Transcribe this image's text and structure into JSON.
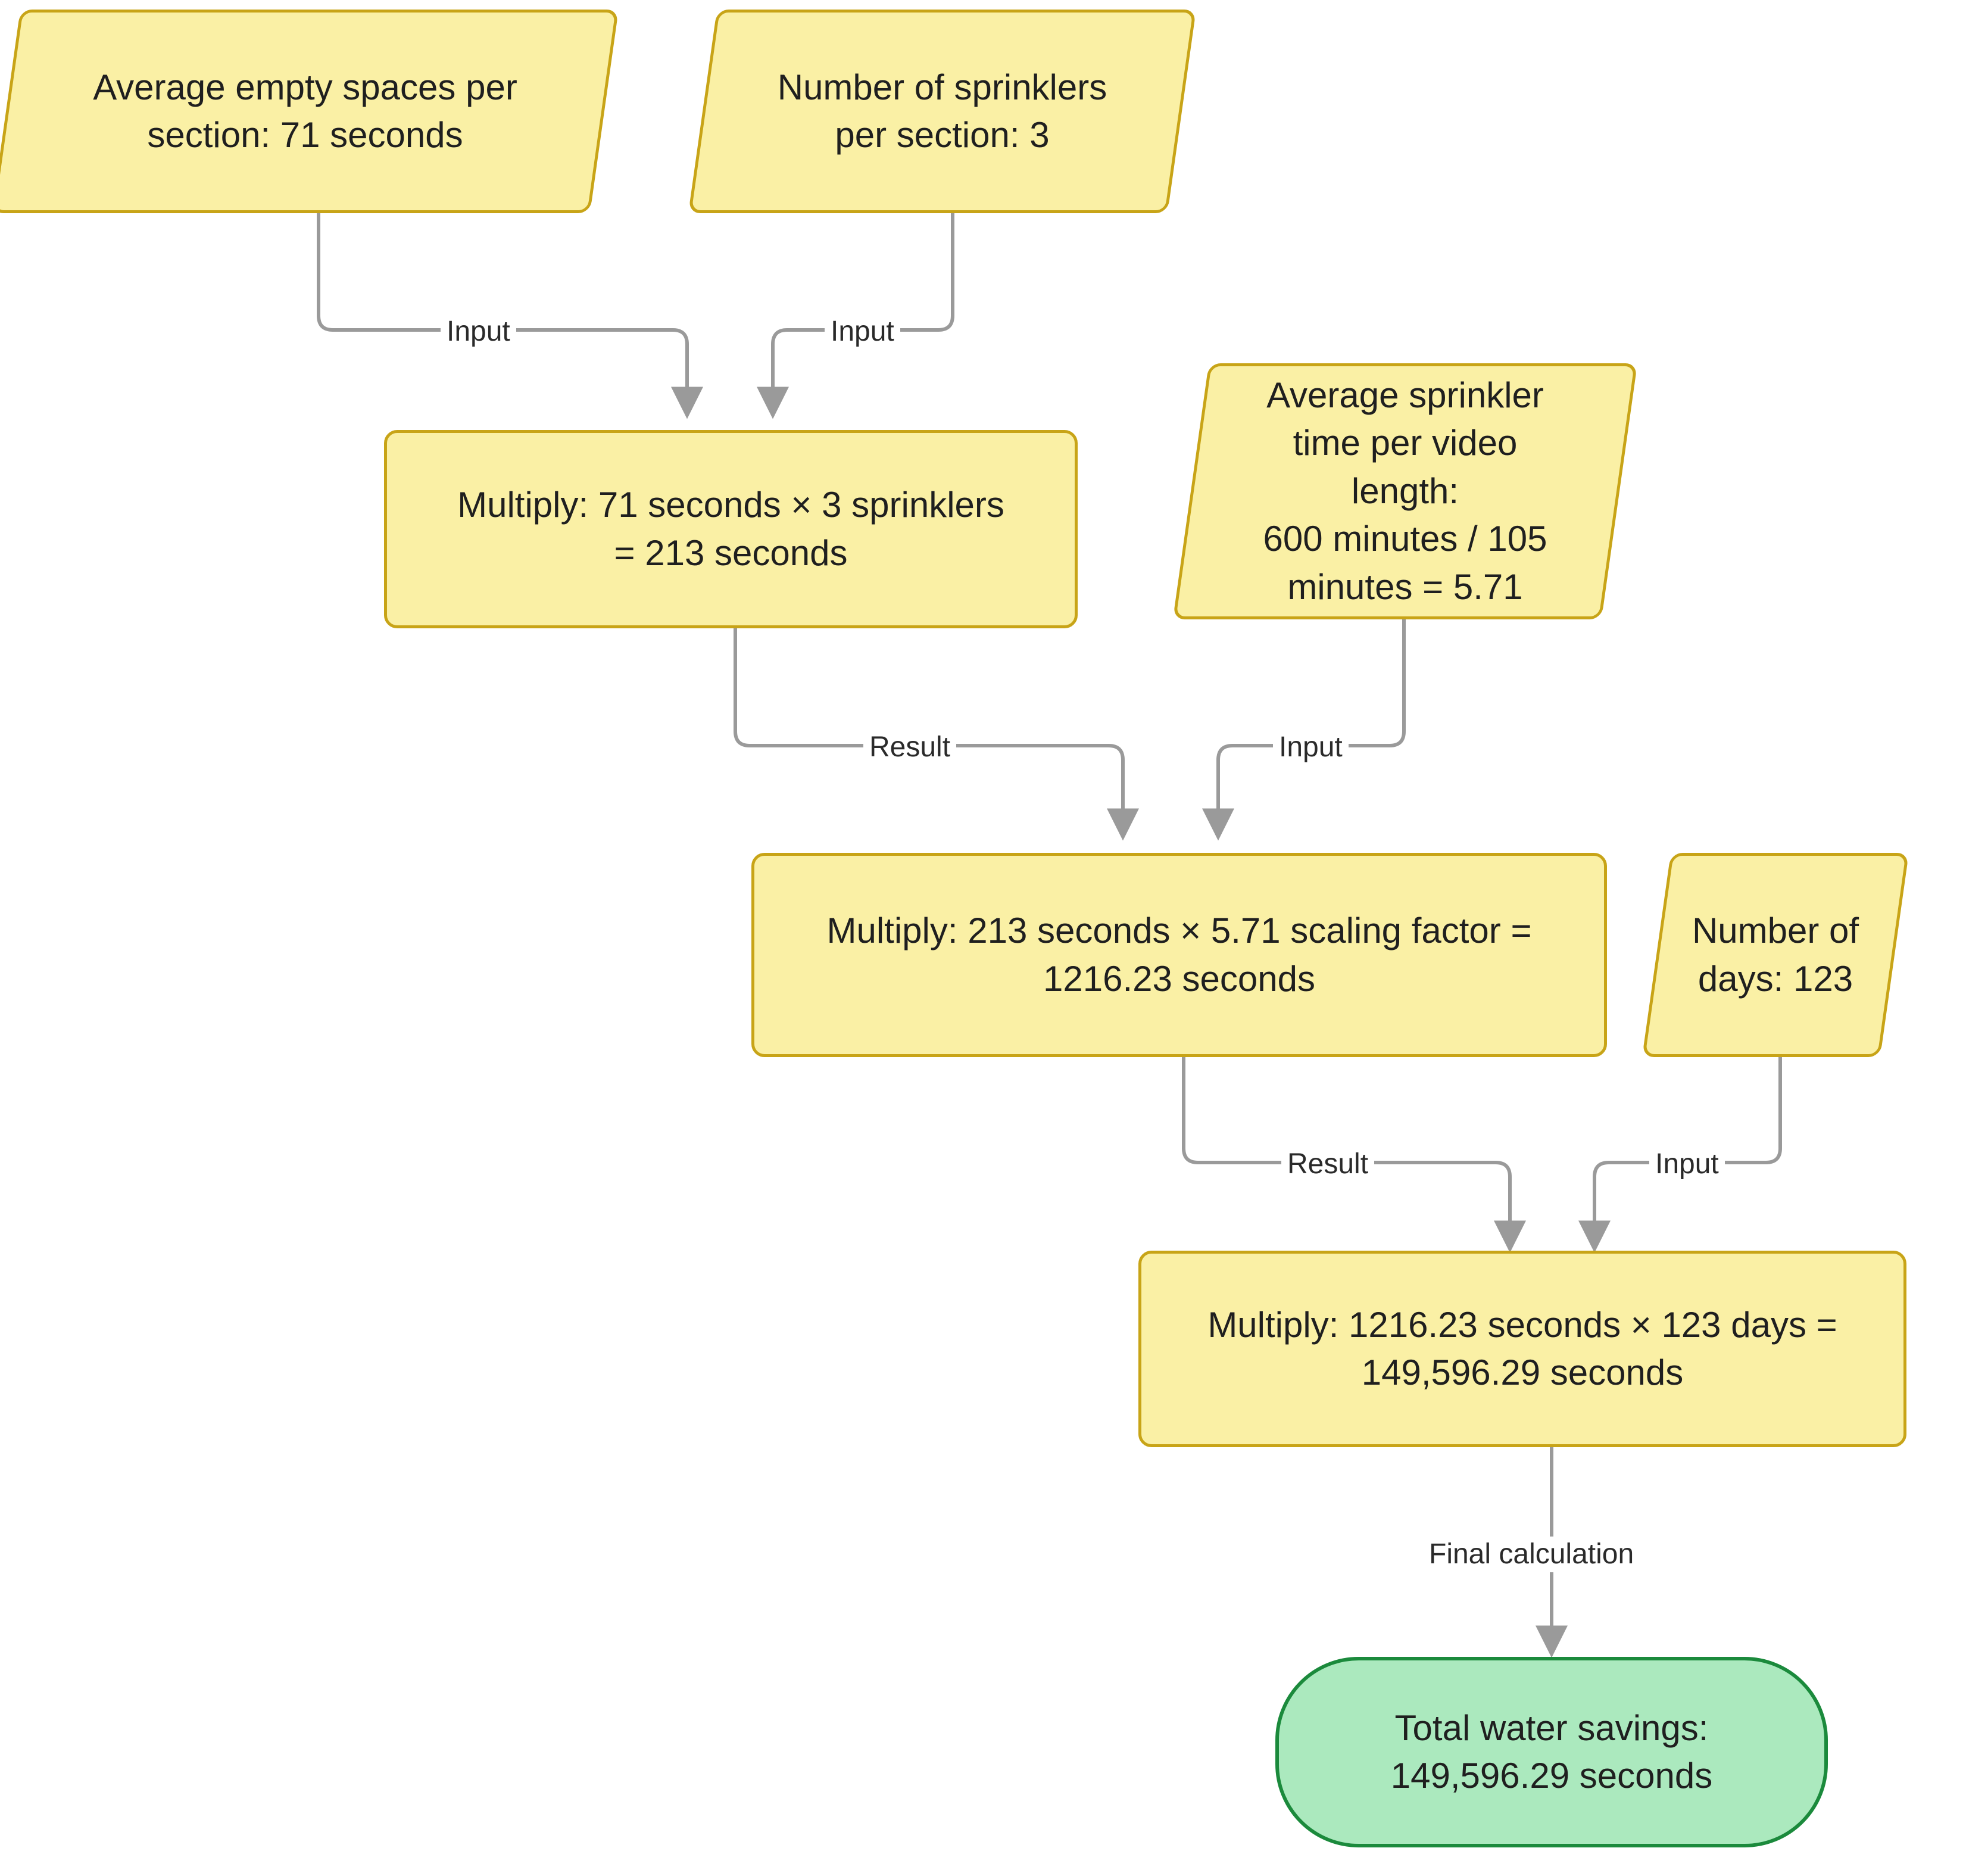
{
  "diagram": {
    "title": "Water savings calculation flowchart",
    "colors": {
      "node_fill": "#FAF0A5",
      "node_border": "#C8A417",
      "result_fill": "#ABE9BE",
      "result_border": "#1B8A3C",
      "edge_stroke": "#999999",
      "text": "#1f1f1f"
    }
  },
  "nodes": {
    "avg_empty_spaces": {
      "shape": "parallelogram",
      "line1": "Average empty spaces per",
      "line2": "section: 71 seconds"
    },
    "num_sprinklers": {
      "shape": "parallelogram",
      "line1": "Number of sprinklers",
      "line2": "per section: 3"
    },
    "multiply_1": {
      "shape": "rounded-rect",
      "line1": "Multiply: 71 seconds × 3 sprinklers",
      "line2": "= 213 seconds"
    },
    "avg_sprinkler_time": {
      "shape": "parallelogram",
      "line1": "Average sprinkler",
      "line2": "time per video",
      "line3": "length:",
      "line4": "600 minutes / 105",
      "line5": "minutes = 5.71"
    },
    "multiply_2": {
      "shape": "rounded-rect",
      "line1": "Multiply: 213 seconds × 5.71 scaling factor =",
      "line2": "1216.23 seconds"
    },
    "num_days": {
      "shape": "parallelogram",
      "line1": "Number of",
      "line2": "days: 123"
    },
    "multiply_3": {
      "shape": "rounded-rect",
      "line1": "Multiply:  1216.23 seconds × 123 days =",
      "line2": "149,596.29 seconds"
    },
    "total_savings": {
      "shape": "stadium",
      "line1": "Total water savings:",
      "line2": "149,596.29 seconds"
    }
  },
  "edges": [
    {
      "from": "avg_empty_spaces",
      "to": "multiply_1",
      "label": "Input"
    },
    {
      "from": "num_sprinklers",
      "to": "multiply_1",
      "label": "Input"
    },
    {
      "from": "multiply_1",
      "to": "multiply_2",
      "label": "Result"
    },
    {
      "from": "avg_sprinkler_time",
      "to": "multiply_2",
      "label": "Input"
    },
    {
      "from": "multiply_2",
      "to": "multiply_3",
      "label": "Result"
    },
    {
      "from": "num_days",
      "to": "multiply_3",
      "label": "Input"
    },
    {
      "from": "multiply_3",
      "to": "total_savings",
      "label": "Final calculation"
    }
  ],
  "edge_labels": {
    "e1": "Input",
    "e2": "Input",
    "e3": "Result",
    "e4": "Input",
    "e5": "Result",
    "e6": "Input",
    "e7": "Final calculation"
  }
}
